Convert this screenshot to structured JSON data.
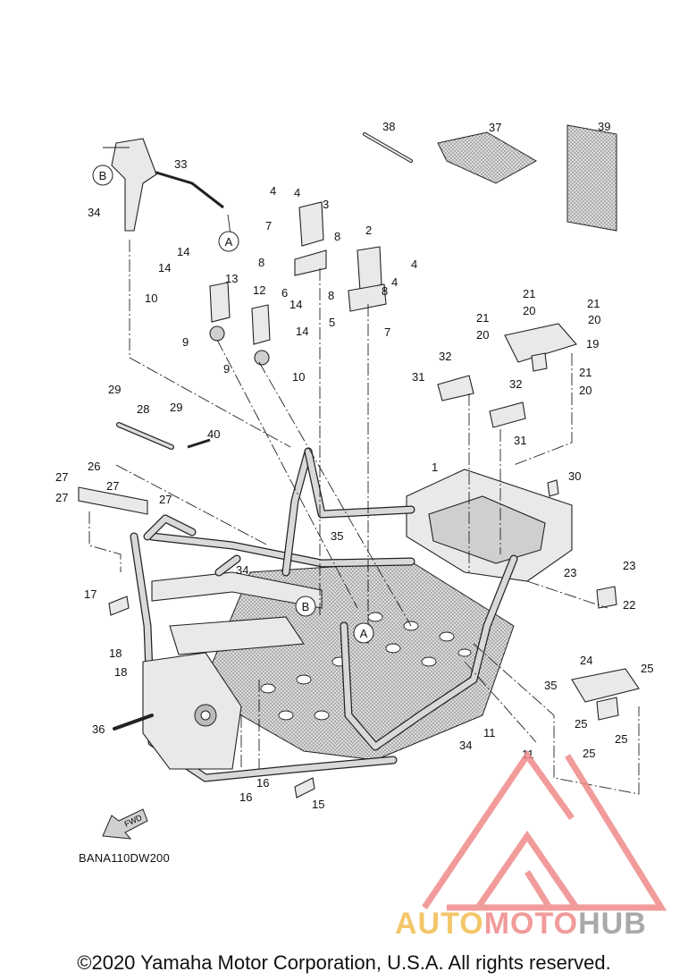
{
  "diagram": {
    "code": "BANA110DW200",
    "fwd_label": "FWD",
    "reference_letters": [
      "A",
      "B"
    ],
    "callouts": [
      "1",
      "2",
      "3",
      "4",
      "5",
      "6",
      "7",
      "8",
      "9",
      "10",
      "11",
      "12",
      "13",
      "14",
      "15",
      "16",
      "17",
      "18",
      "19",
      "20",
      "21",
      "22",
      "23",
      "24",
      "25",
      "26",
      "27",
      "28",
      "29",
      "30",
      "31",
      "32",
      "33",
      "34",
      "35",
      "36",
      "37",
      "38",
      "39",
      "40"
    ]
  },
  "watermark": {
    "brand_parts": [
      "AUTO",
      "MOTO",
      "HUB"
    ],
    "colors": {
      "auto": "#f3c66a",
      "moto": "#f19b9b",
      "hub": "#a9a9a9",
      "logo": "#f08a8a"
    }
  },
  "footer": {
    "copyright": "©2020 Yamaha Motor Corporation, U.S.A. All rights reserved."
  }
}
